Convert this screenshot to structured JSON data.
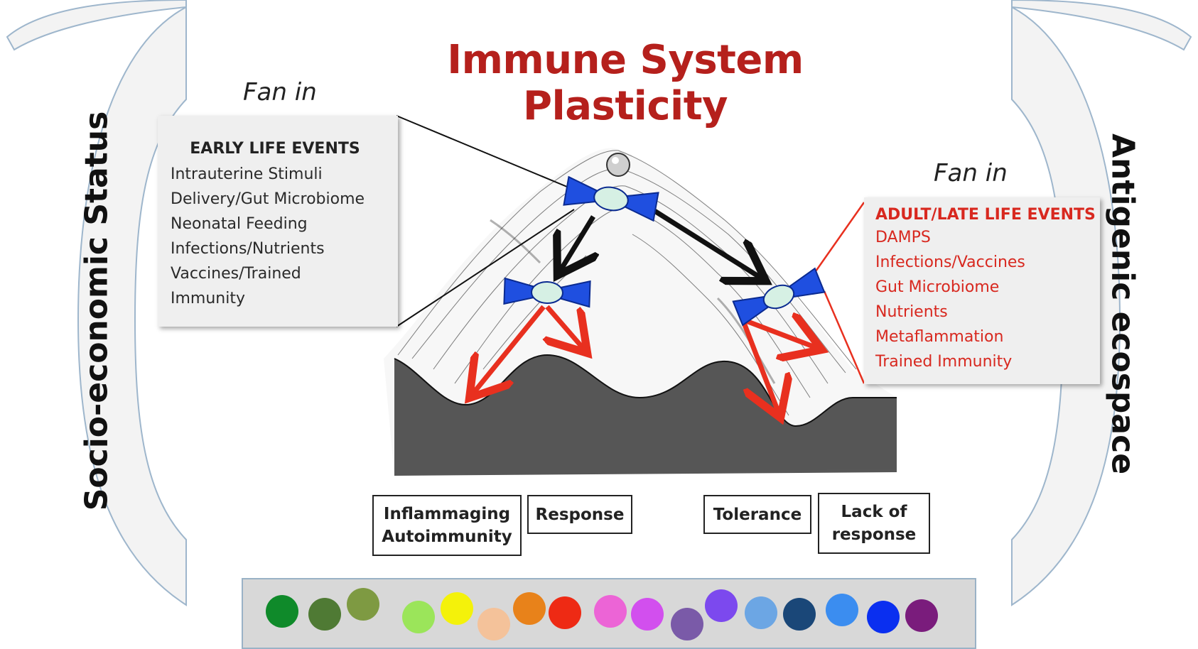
{
  "title": "Immune System Plasticity",
  "left_fan_label": "Fan in",
  "right_fan_label": "Fan in",
  "left_side_label": "Socio-economic Status",
  "right_side_label": "Antigenic ecospace",
  "early_events": {
    "heading": "EARLY LIFE EVENTS",
    "items": [
      "Intrauterine Stimuli",
      "Delivery/Gut Microbiome",
      "Neonatal Feeding",
      "Infections/Nutrients",
      "Vaccines/Trained",
      "Immunity"
    ]
  },
  "late_events": {
    "heading": "ADULT/LATE LIFE EVENTS",
    "items": [
      "DAMPS",
      "Infections/Vaccines",
      "Gut Microbiome",
      "Nutrients",
      "Metaflammation",
      "Trained Immunity"
    ]
  },
  "outcomes": [
    "Inflammaging\nAutoimmunity",
    "Response",
    "Tolerance",
    "Lack of\nresponse"
  ],
  "colors": {
    "title": "#b5201c",
    "late_events_text": "#d8281f",
    "red_arrows": "#e8301f",
    "black_arrows": "#111111",
    "bowtie": "#1f4fe0",
    "bowtie_center": "#d6f0e4"
  },
  "dot_colors": [
    "#0f8a2a",
    "#4f7a34",
    "#7e9a42",
    "#9be55a",
    "#f4f20a",
    "#f4c29a",
    "#e8821a",
    "#ee2a14",
    "#ec64d6",
    "#d24fee",
    "#7a5aa8",
    "#7c49ee",
    "#6ca6e4",
    "#1a4778",
    "#3b8df0",
    "#0a2ff0",
    "#7a1c7c"
  ]
}
